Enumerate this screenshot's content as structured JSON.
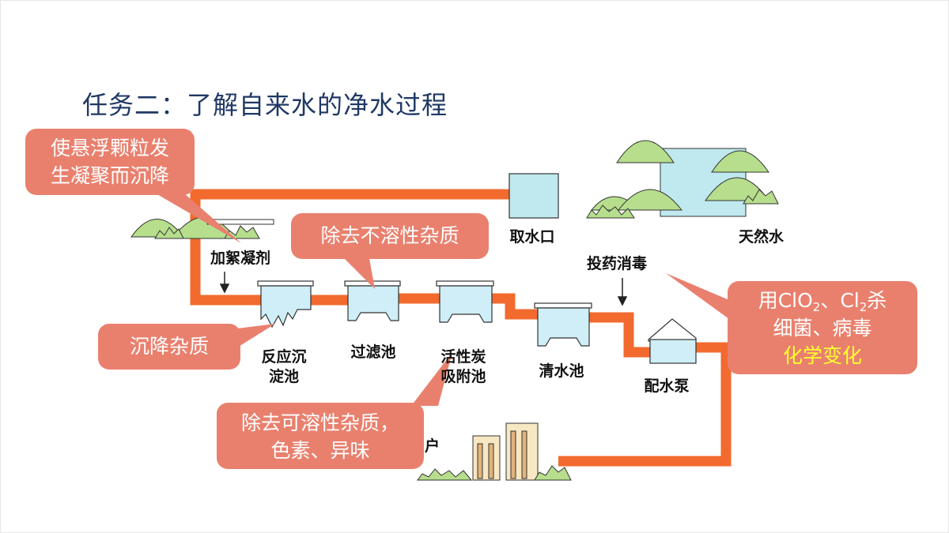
{
  "title": "任务二：了解自来水的净水过程",
  "labels": {
    "coagulant": "加絮凝剂",
    "reaction_tank": [
      "反应沉",
      "淀池"
    ],
    "filter_tank": "过滤池",
    "carbon_tank": [
      "活性炭",
      "吸附池"
    ],
    "clear_tank": "清水池",
    "pump": "配水泵",
    "intake": "取水口",
    "natural_water": "天然水",
    "disinfect": "投药消毒",
    "users": "用户"
  },
  "callouts": {
    "coagulate": [
      "使悬浮颗粒发",
      "生凝聚而沉降"
    ],
    "remove_insoluble": "除去不溶性杂质",
    "sediment": "沉降杂质",
    "remove_soluble": [
      "除去可溶性杂质，",
      "色素、异味"
    ],
    "disinfect": {
      "part1": "用ClO",
      "sub1": "2",
      "part2": "、Cl",
      "sub2": "2",
      "part3": "杀",
      "line2": "细菌、病毒",
      "line3": "化学变化"
    }
  },
  "colors": {
    "pipe": "#f26a2e",
    "callout": "#e9806e",
    "water": "#cfeef7",
    "tree": "#b6de8c",
    "title": "#1f3864",
    "highlight": "#ffff33"
  }
}
